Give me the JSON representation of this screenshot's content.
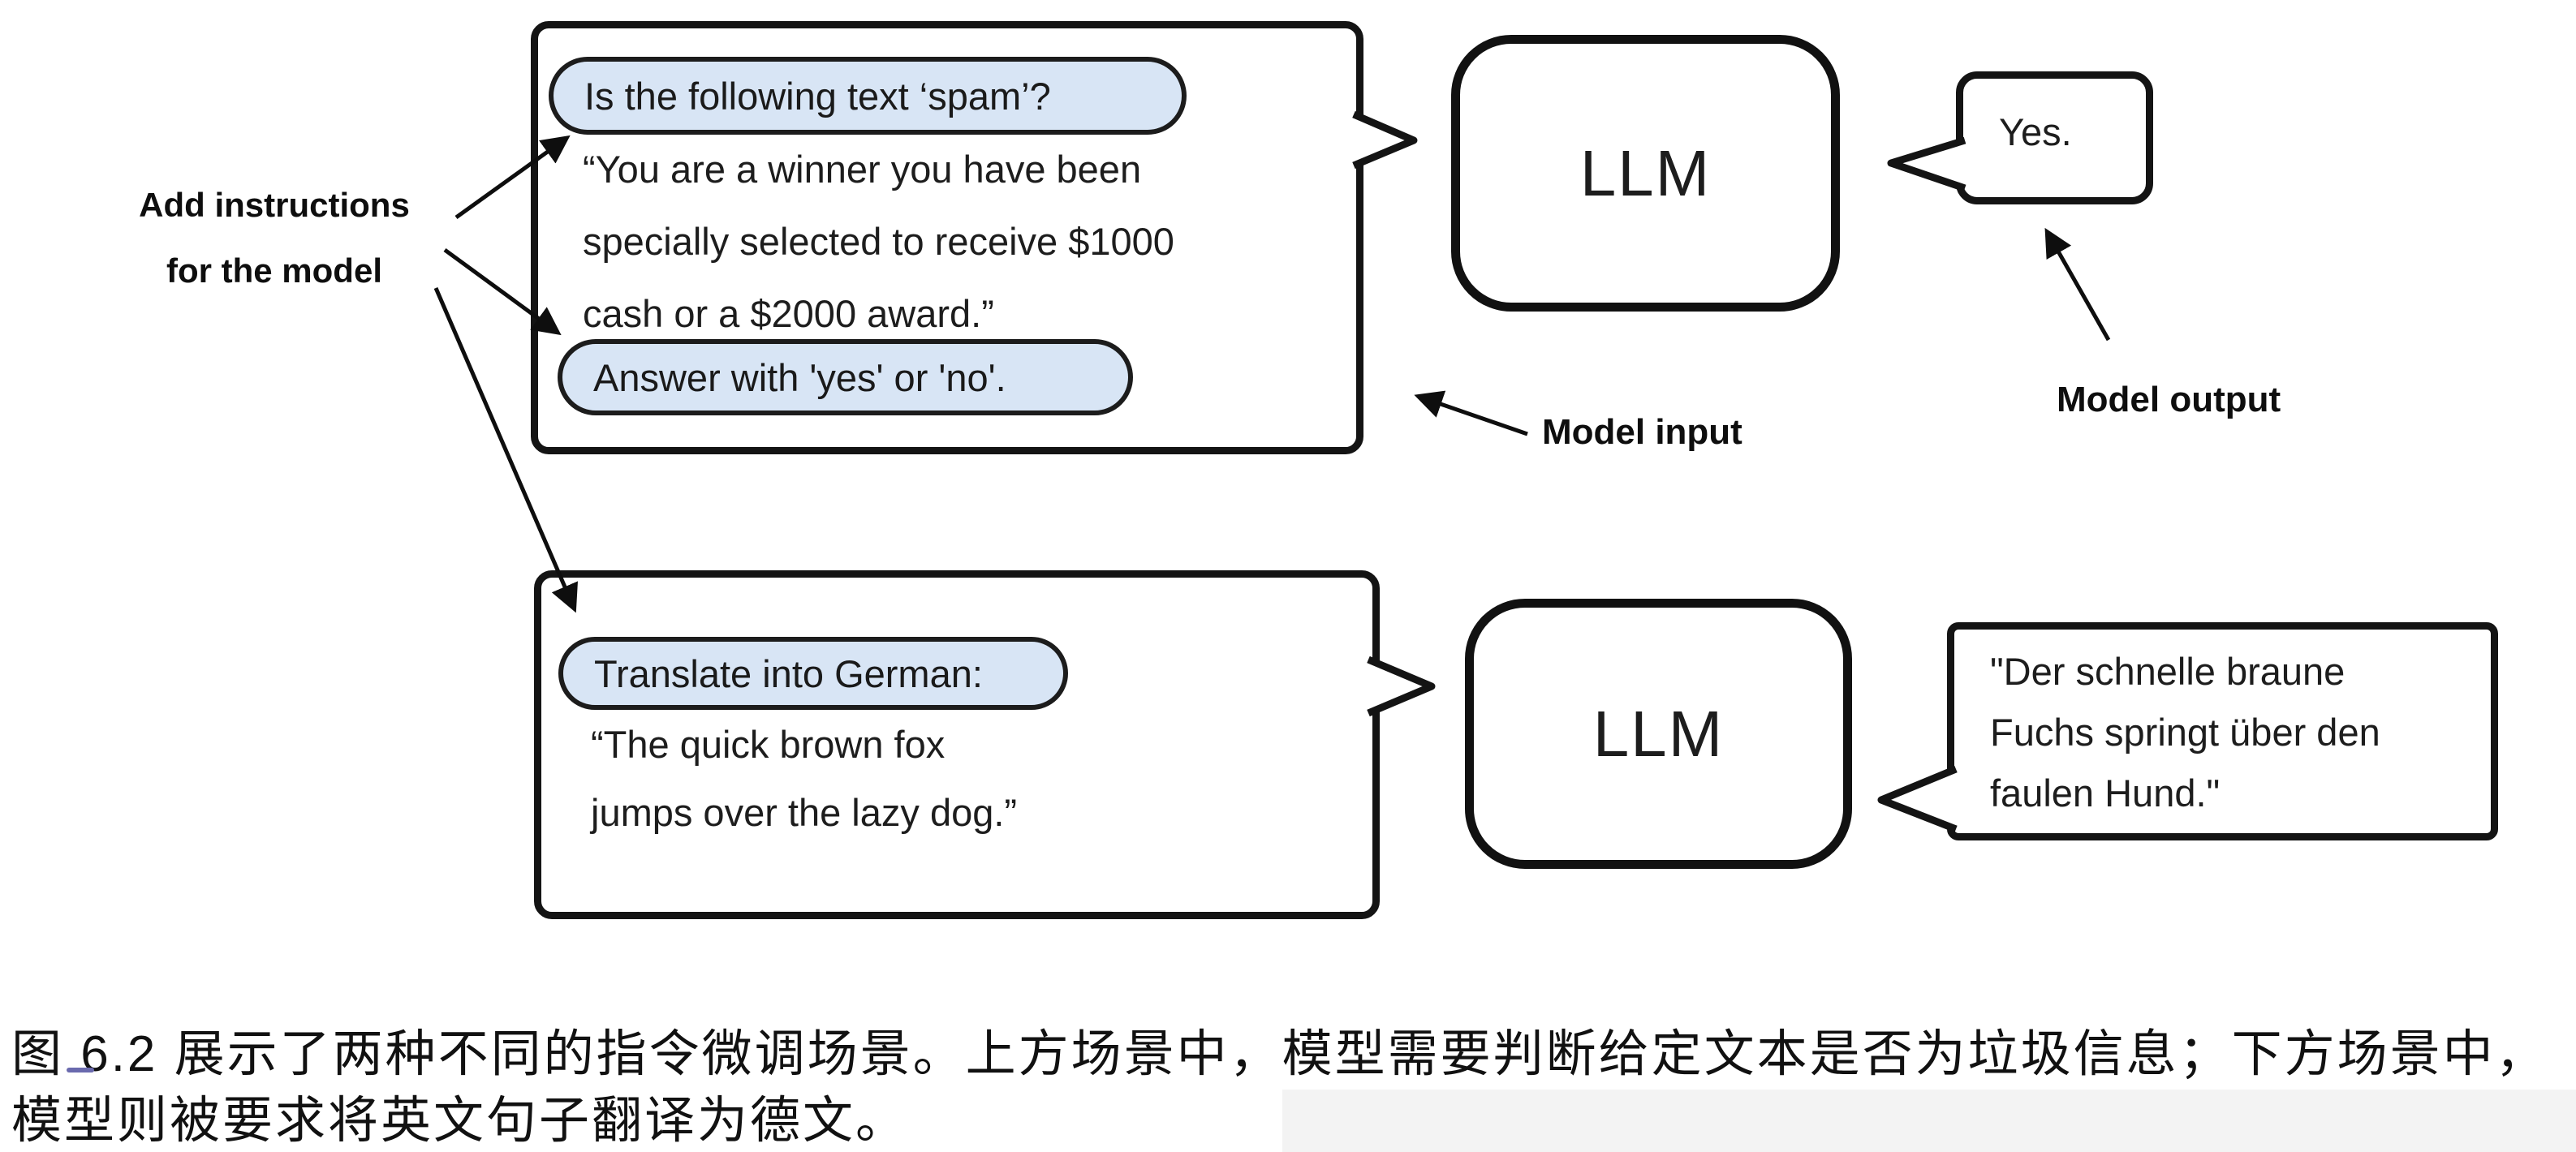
{
  "figure": {
    "annotations": {
      "add_instructions_line1": "Add instructions",
      "add_instructions_line2": "for the model",
      "model_input": "Model input",
      "model_output": "Model output"
    },
    "scenario_top": {
      "instruction_1": "Is the following text ‘spam’?",
      "body_line_1": "“You are a winner you have been",
      "body_line_2": "specially selected to receive $1000",
      "body_line_3": "cash or a $2000 award.”",
      "instruction_2": "Answer with 'yes' or 'no'.",
      "llm_label": "LLM",
      "output": "Yes."
    },
    "scenario_bottom": {
      "instruction": "Translate into German:",
      "body_line_1": "“The quick brown fox",
      "body_line_2": "jumps over the lazy dog.”",
      "llm_label": "LLM",
      "output_line_1": "\"Der schnelle braune",
      "output_line_2": "Fuchs springt über den",
      "output_line_3": "faulen Hund.\""
    },
    "colors": {
      "highlight_fill": "#d8e5f5",
      "stroke": "#141414"
    }
  },
  "caption": {
    "line1": "图 6.2 展示了两种不同的指令微调场景。上方场景中，模型需要判断给定文本是否为垃圾信息；下方场景中，",
    "line2": "模型则被要求将英文句子翻译为德文。"
  }
}
